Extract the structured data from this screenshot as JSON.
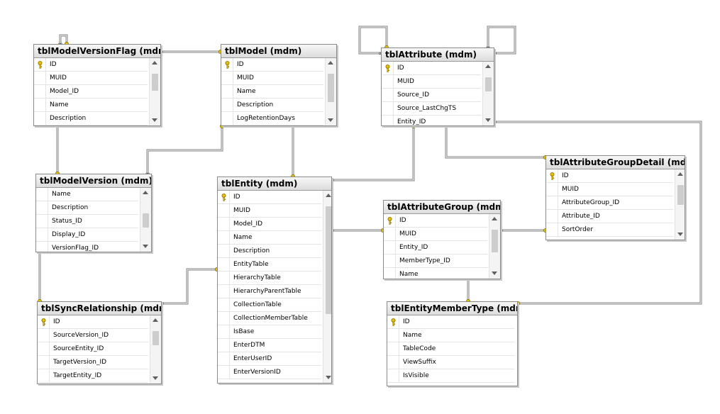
{
  "tables": [
    {
      "id": "modelversionflag",
      "title": "tblModelVersionFlag (mdm)",
      "columns": [
        {
          "name": "ID",
          "key": true
        },
        {
          "name": "MUID",
          "key": false
        },
        {
          "name": "Model_ID",
          "key": false
        },
        {
          "name": "Name",
          "key": false
        },
        {
          "name": "Description",
          "key": false
        }
      ]
    },
    {
      "id": "model",
      "title": "tblModel (mdm)",
      "columns": [
        {
          "name": "ID",
          "key": true
        },
        {
          "name": "MUID",
          "key": false
        },
        {
          "name": "Name",
          "key": false
        },
        {
          "name": "Description",
          "key": false
        },
        {
          "name": "LogRetentionDays",
          "key": false
        }
      ]
    },
    {
      "id": "attribute",
      "title": "tblAttribute (mdm)",
      "columns": [
        {
          "name": "ID",
          "key": true
        },
        {
          "name": "MUID",
          "key": false
        },
        {
          "name": "Source_ID",
          "key": false
        },
        {
          "name": "Source_LastChgTS",
          "key": false
        },
        {
          "name": "Entity_ID",
          "key": false
        }
      ]
    },
    {
      "id": "modelversion",
      "title": "tblModelVersion (mdm)",
      "columns": [
        {
          "name": "Name",
          "key": false
        },
        {
          "name": "Description",
          "key": false
        },
        {
          "name": "Status_ID",
          "key": false
        },
        {
          "name": "Display_ID",
          "key": false
        },
        {
          "name": "VersionFlag_ID",
          "key": false
        }
      ]
    },
    {
      "id": "entity",
      "title": "tblEntity (mdm)",
      "columns": [
        {
          "name": "ID",
          "key": true
        },
        {
          "name": "MUID",
          "key": false
        },
        {
          "name": "Model_ID",
          "key": false
        },
        {
          "name": "Name",
          "key": false
        },
        {
          "name": "Description",
          "key": false
        },
        {
          "name": "EntityTable",
          "key": false
        },
        {
          "name": "HierarchyTable",
          "key": false
        },
        {
          "name": "HierarchyParentTable",
          "key": false
        },
        {
          "name": "CollectionTable",
          "key": false
        },
        {
          "name": "CollectionMemberTable",
          "key": false
        },
        {
          "name": "IsBase",
          "key": false
        },
        {
          "name": "EnterDTM",
          "key": false
        },
        {
          "name": "EnterUserID",
          "key": false
        },
        {
          "name": "EnterVersionID",
          "key": false
        }
      ]
    },
    {
      "id": "attributegroupdetail",
      "title": "tblAttributeGroupDetail (mdm)",
      "columns": [
        {
          "name": "ID",
          "key": true
        },
        {
          "name": "MUID",
          "key": false
        },
        {
          "name": "AttributeGroup_ID",
          "key": false
        },
        {
          "name": "Attribute_ID",
          "key": false
        },
        {
          "name": "SortOrder",
          "key": false
        }
      ]
    },
    {
      "id": "attributegroup",
      "title": "tblAttributeGroup (mdm)",
      "columns": [
        {
          "name": "ID",
          "key": true
        },
        {
          "name": "MUID",
          "key": false
        },
        {
          "name": "Entity_ID",
          "key": false
        },
        {
          "name": "MemberType_ID",
          "key": false
        },
        {
          "name": "Name",
          "key": false
        }
      ]
    },
    {
      "id": "syncrelationship",
      "title": "tblSyncRelationship (mdm)",
      "columns": [
        {
          "name": "ID",
          "key": true
        },
        {
          "name": "SourceVersion_ID",
          "key": false
        },
        {
          "name": "SourceEntity_ID",
          "key": false
        },
        {
          "name": "TargetVersion_ID",
          "key": false
        },
        {
          "name": "TargetEntity_ID",
          "key": false
        }
      ]
    },
    {
      "id": "entitymembertype",
      "title": "tblEntityMemberType (mdm)",
      "columns": [
        {
          "name": "ID",
          "key": true
        },
        {
          "name": "Name",
          "key": false
        },
        {
          "name": "TableCode",
          "key": false
        },
        {
          "name": "ViewSuffix",
          "key": false
        },
        {
          "name": "IsVisible",
          "key": false
        }
      ]
    }
  ],
  "relationships": [
    {
      "from": "modelversionflag",
      "to": "model"
    },
    {
      "from": "modelversion",
      "to": "modelversionflag"
    },
    {
      "from": "modelversion",
      "to": "model"
    },
    {
      "from": "entity",
      "to": "model"
    },
    {
      "from": "entity",
      "to": "attribute"
    },
    {
      "from": "attribute",
      "to": "attribute"
    },
    {
      "from": "attribute",
      "to": "attribute"
    },
    {
      "from": "modelversionflag",
      "to": "modelversionflag"
    },
    {
      "from": "attributegroupdetail",
      "to": "attribute"
    },
    {
      "from": "attributegroup",
      "to": "entity"
    },
    {
      "from": "attributegroupdetail",
      "to": "attributegroup"
    },
    {
      "from": "syncrelationship",
      "to": "modelversion"
    },
    {
      "from": "syncrelationship",
      "to": "entity"
    },
    {
      "from": "attributegroup",
      "to": "entitymembertype"
    },
    {
      "from": "attribute",
      "to": "entitymembertype"
    }
  ],
  "colors": {
    "connector": "#808080",
    "key": "#e6c200",
    "border": "#8a8a8a"
  }
}
